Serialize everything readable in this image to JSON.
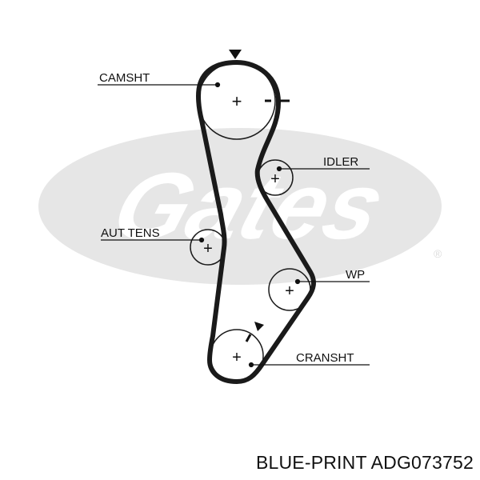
{
  "watermark": {
    "brand": "Gates",
    "mark": "®",
    "color": "#e6e6e6"
  },
  "labels": {
    "camshaft": "CAMSHT",
    "idler": "IDLER",
    "tensioner": "AUT TENS",
    "water_pump": "WP",
    "crankshaft": "CRANSHT"
  },
  "caption": {
    "brand": "BLUE-PRINT",
    "part_number": "ADG073752"
  },
  "colors": {
    "belt": "#1a1a1a",
    "ink": "#111111"
  }
}
